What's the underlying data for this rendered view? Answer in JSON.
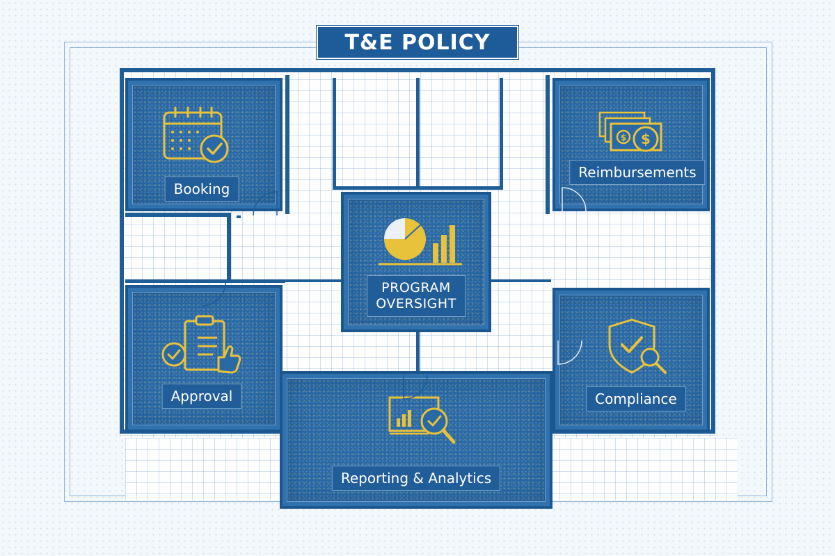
{
  "title": "T&E POLICY",
  "rooms": {
    "booking": {
      "label": "Booking",
      "icon": "calendar-check-icon"
    },
    "reimbursements": {
      "label": "Reimbursements",
      "icon": "money-coins-icon"
    },
    "program_oversight": {
      "label_line1": "PROGRAM",
      "label_line2": "OVERSIGHT",
      "icon": "pie-bar-chart-icon"
    },
    "approval": {
      "label": "Approval",
      "icon": "clipboard-thumbs-up-icon"
    },
    "compliance": {
      "label": "Compliance",
      "icon": "shield-check-search-icon"
    },
    "reporting": {
      "label": "Reporting & Analytics",
      "icon": "chart-magnifier-icon"
    }
  },
  "colors": {
    "room_blue": "#2a69a5",
    "wall_blue": "#1f5d97",
    "accent_gold": "#e8c23a",
    "background": "#f3f8fc"
  }
}
